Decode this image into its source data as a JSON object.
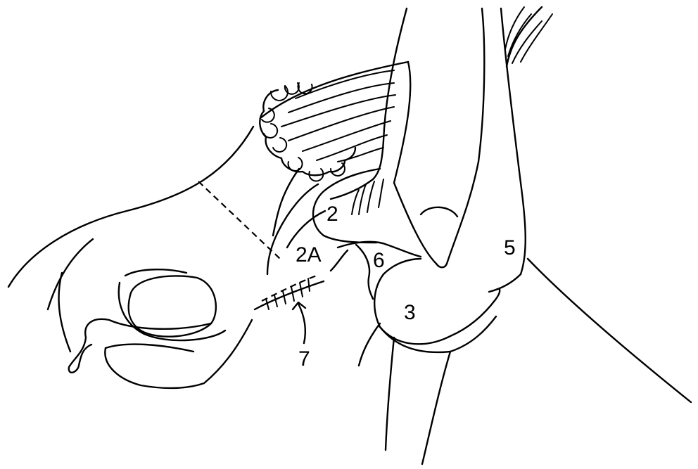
{
  "labels": {
    "l2": "2",
    "l2a": "2A",
    "l3": "3",
    "l5": "5",
    "l6": "6",
    "l7": "7"
  }
}
